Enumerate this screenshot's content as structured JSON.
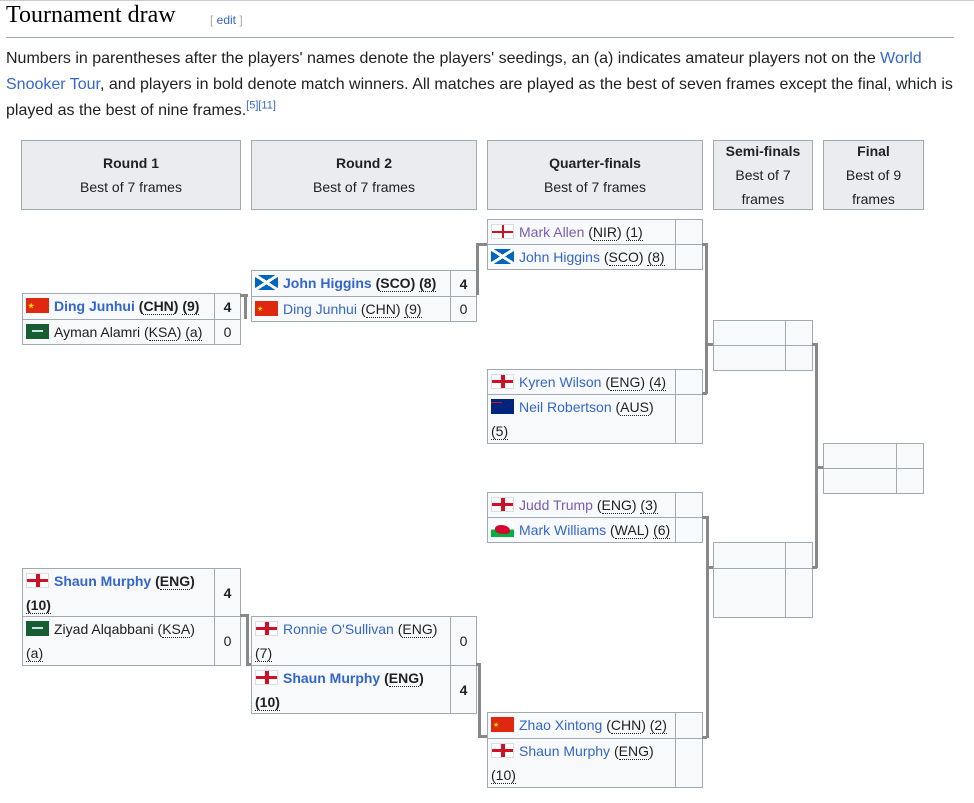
{
  "title": "Tournament draw",
  "edit_label": "edit",
  "intro": {
    "t1": "Numbers in parentheses after the players' names denote the players' seedings, an (a) indicates amateur players not on the ",
    "link": "World Snooker Tour",
    "t2": ", and players in bold denote match winners. All matches are played as the best of seven frames except the final, which is played as the best of nine frames.",
    "refs": "[5][11]"
  },
  "rounds": [
    {
      "name": "Round 1",
      "format": "Best of 7 frames"
    },
    {
      "name": "Round 2",
      "format": "Best of 7 frames"
    },
    {
      "name": "Quarter-finals",
      "format": "Best of 7 frames"
    },
    {
      "name": "Semi-finals",
      "format": "Best of 7 frames"
    },
    {
      "name": "Final",
      "format": "Best of 9 frames"
    }
  ],
  "matches": [
    {
      "id": "r1m1",
      "players": [
        {
          "name": "Ding Junhui",
          "country": "CHN",
          "seed": "(9)",
          "win": true,
          "style": "link",
          "score": "4"
        },
        {
          "name": "Ayman Alamri",
          "country": "KSA",
          "seed": "(a)",
          "win": false,
          "style": "plain",
          "score": "0"
        }
      ]
    },
    {
      "id": "r1m2",
      "players": [
        {
          "name": "Shaun Murphy",
          "country": "ENG",
          "seed": "(10)",
          "win": true,
          "style": "link",
          "score": "4"
        },
        {
          "name": "Ziyad Alqabbani",
          "country": "KSA",
          "seed": "(a)",
          "win": false,
          "style": "plain",
          "score": "0"
        }
      ]
    },
    {
      "id": "r2m1",
      "players": [
        {
          "name": "John Higgins",
          "country": "SCO",
          "seed": "(8)",
          "win": true,
          "style": "link",
          "score": "4"
        },
        {
          "name": "Ding Junhui",
          "country": "CHN",
          "seed": "(9)",
          "win": false,
          "style": "link",
          "score": "0"
        }
      ]
    },
    {
      "id": "r2m2",
      "players": [
        {
          "name": "Ronnie O'Sullivan",
          "country": "ENG",
          "seed": "(7)",
          "win": false,
          "style": "link",
          "score": "0"
        },
        {
          "name": "Shaun Murphy",
          "country": "ENG",
          "seed": "(10)",
          "win": true,
          "style": "link",
          "score": "4"
        }
      ]
    },
    {
      "id": "qf1",
      "players": [
        {
          "name": "Mark Allen",
          "country": "NIR",
          "seed": "(1)",
          "win": false,
          "style": "visited",
          "score": ""
        },
        {
          "name": "John Higgins",
          "country": "SCO",
          "seed": "(8)",
          "win": false,
          "style": "link",
          "score": ""
        }
      ]
    },
    {
      "id": "qf2",
      "players": [
        {
          "name": "Kyren Wilson",
          "country": "ENG",
          "seed": "(4)",
          "win": false,
          "style": "link",
          "score": ""
        },
        {
          "name": "Neil Robertson",
          "country": "AUS",
          "seed": "(5)",
          "win": false,
          "style": "link",
          "score": ""
        }
      ]
    },
    {
      "id": "qf3",
      "players": [
        {
          "name": "Judd Trump",
          "country": "ENG",
          "seed": "(3)",
          "win": false,
          "style": "visited",
          "score": ""
        },
        {
          "name": "Mark Williams",
          "country": "WAL",
          "seed": "(6)",
          "win": false,
          "style": "link",
          "score": ""
        }
      ]
    },
    {
      "id": "qf4",
      "players": [
        {
          "name": "Zhao Xintong",
          "country": "CHN",
          "seed": "(2)",
          "win": false,
          "style": "link",
          "score": ""
        },
        {
          "name": "Shaun Murphy",
          "country": "ENG",
          "seed": "(10)",
          "win": false,
          "style": "link",
          "score": ""
        }
      ]
    },
    {
      "id": "sf1",
      "players": [
        {
          "name": "",
          "score": ""
        },
        {
          "name": "",
          "score": ""
        }
      ]
    },
    {
      "id": "sf2",
      "players": [
        {
          "name": "",
          "score": ""
        },
        {
          "name": "",
          "score": ""
        }
      ]
    },
    {
      "id": "final",
      "players": [
        {
          "name": "",
          "score": ""
        },
        {
          "name": "",
          "score": ""
        }
      ]
    }
  ]
}
